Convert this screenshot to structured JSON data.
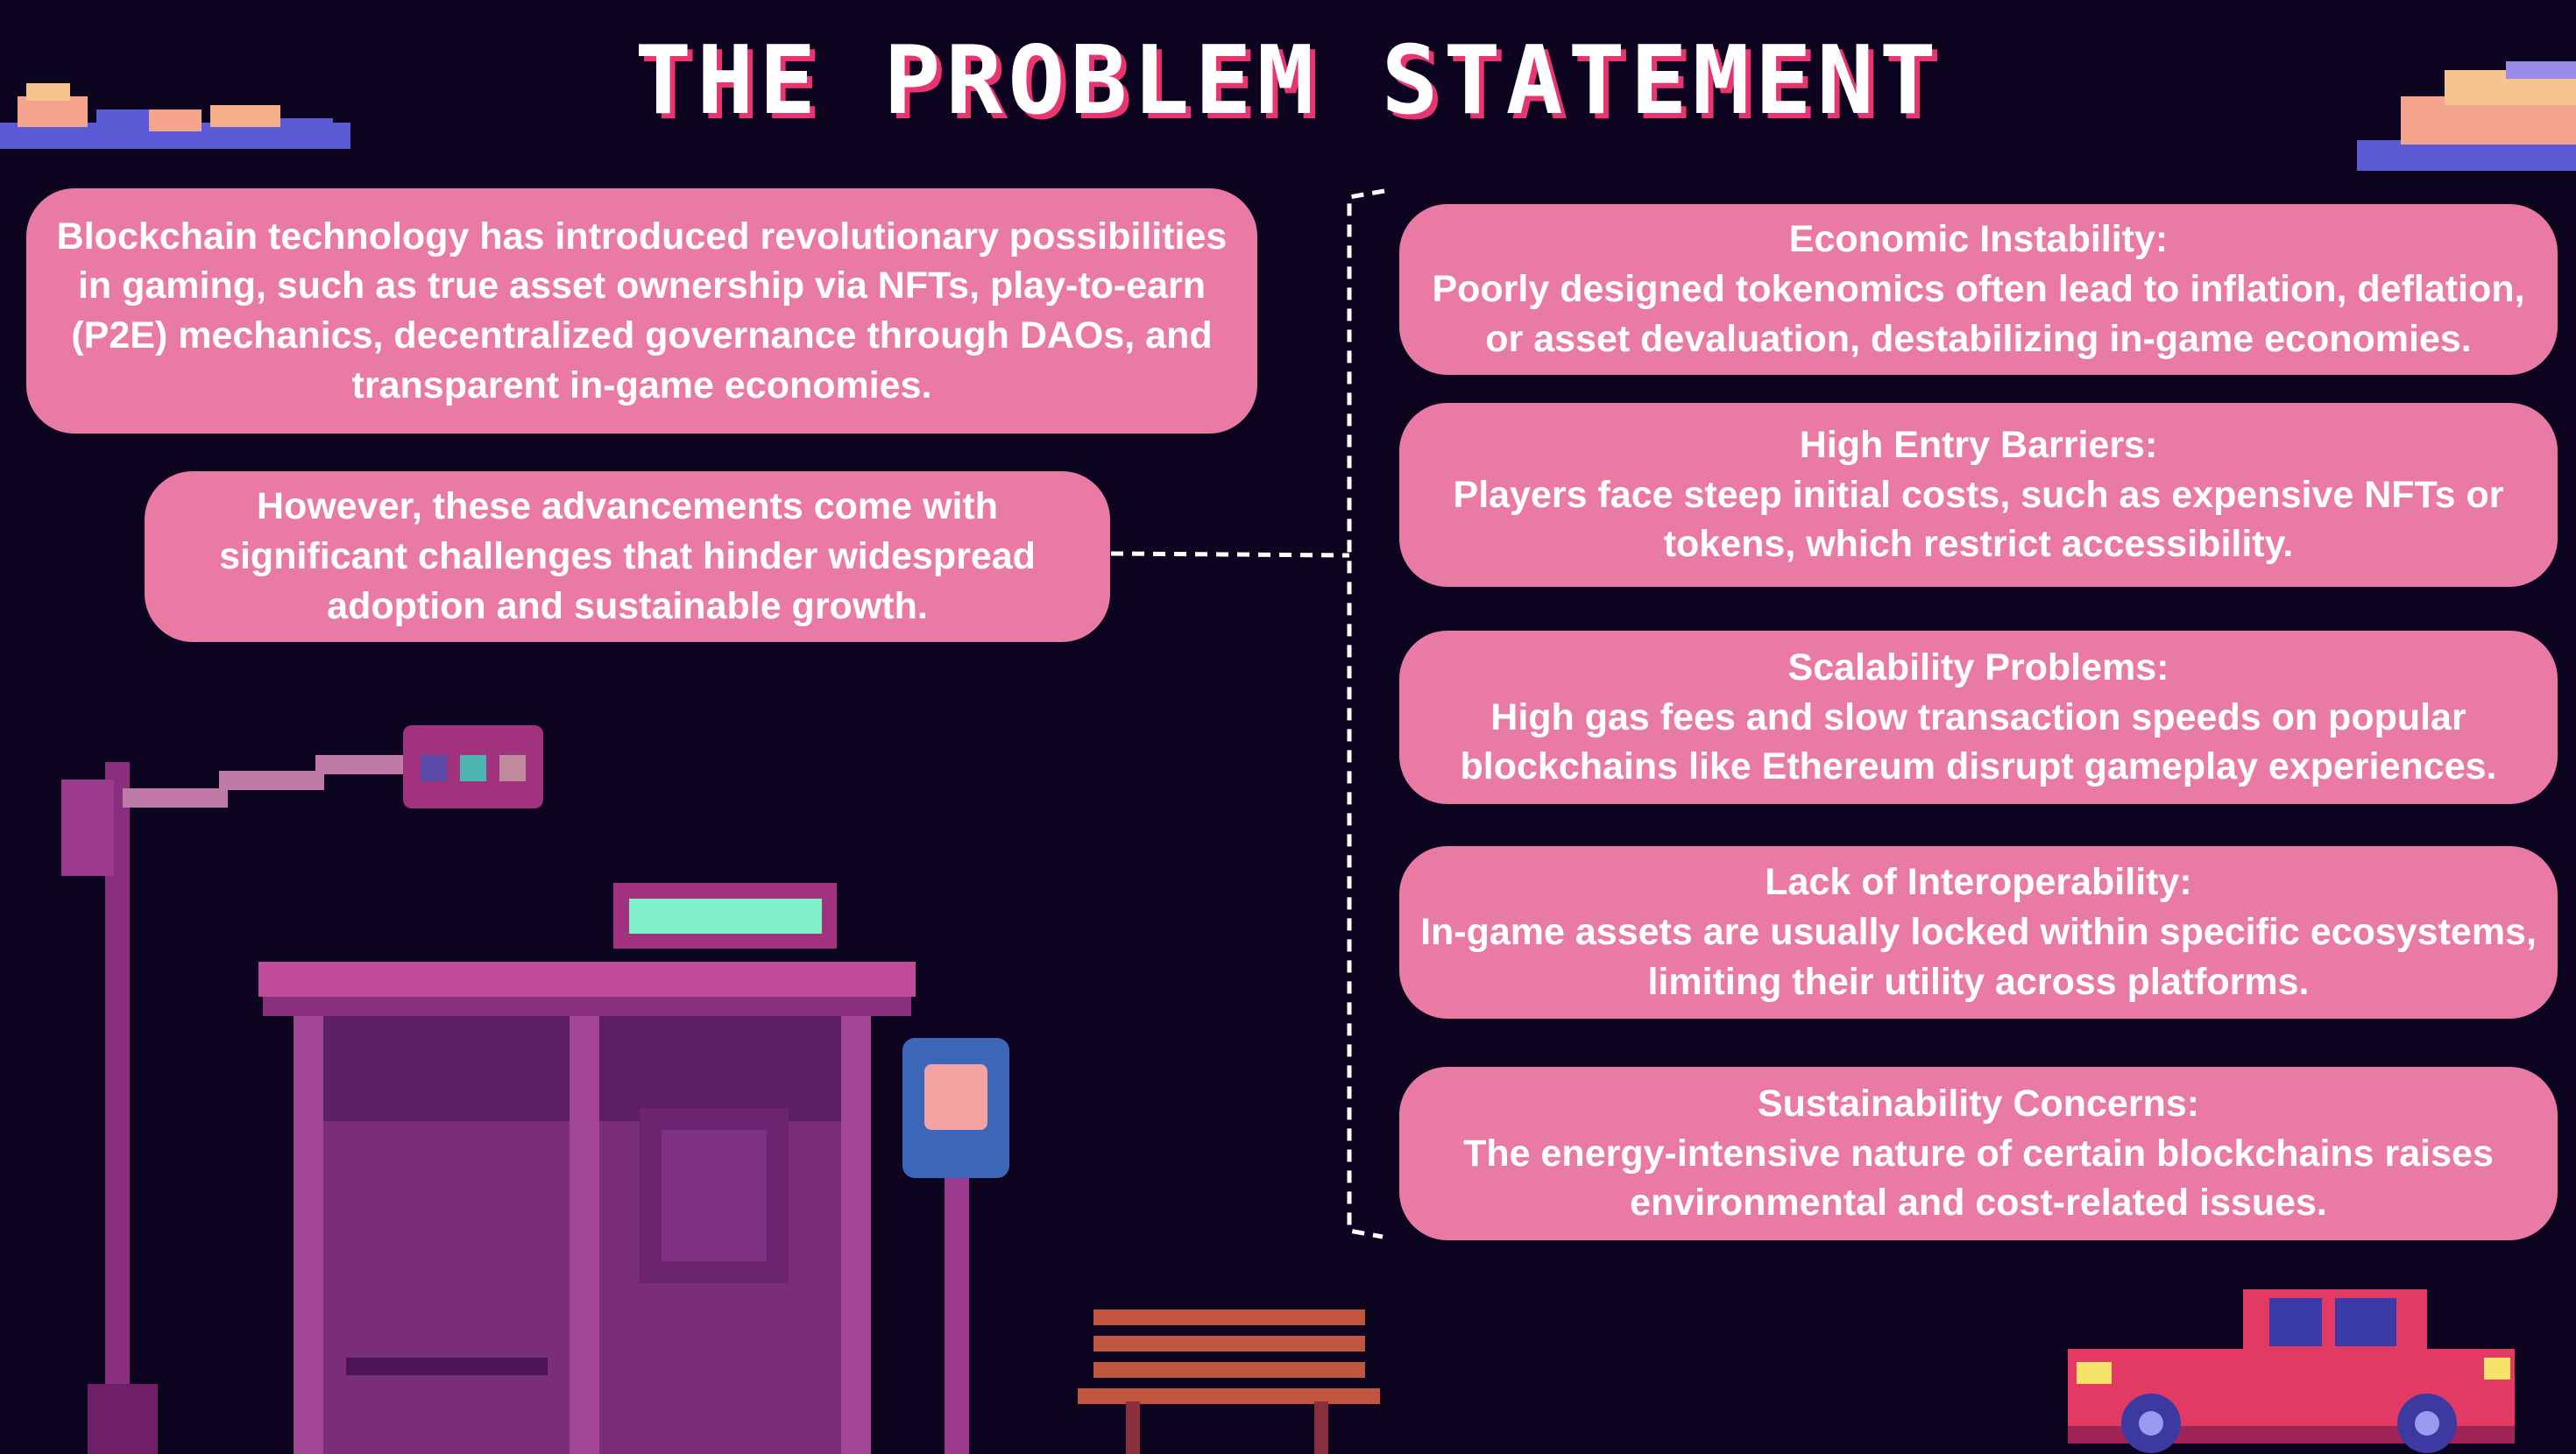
{
  "title": "THE PROBLEM STATEMENT",
  "intro": {
    "paragraph_1": "Blockchain technology has introduced revolutionary possibilities in gaming, such as true asset ownership via NFTs, play-to-earn (P2E) mechanics, decentralized governance through DAOs, and transparent in-game economies.",
    "paragraph_2": "However, these advancements come with significant challenges that hinder widespread adoption and sustainable growth."
  },
  "problems": [
    {
      "heading": "Economic Instability:",
      "body": "Poorly designed tokenomics often lead to inflation, deflation, or asset devaluation, destabilizing in-game economies."
    },
    {
      "heading": "High Entry Barriers:",
      "body": "Players face steep initial costs, such as expensive NFTs or tokens, which restrict accessibility."
    },
    {
      "heading": "Scalability Problems:",
      "body": "High gas fees and slow transaction speeds on popular blockchains like Ethereum disrupt gameplay experiences."
    },
    {
      "heading": "Lack of Interoperability:",
      "body": "In-game assets are usually locked within specific ecosystems, limiting their utility across platforms."
    },
    {
      "heading": "Sustainability Concerns:",
      "body": "The energy-intensive nature of certain blockchains raises environmental and cost-related issues."
    }
  ],
  "colors": {
    "background": "#0d0520",
    "pill": "#e97aa4",
    "title_shadow": "#e8356f",
    "text": "#ffffff"
  },
  "decorations": [
    "cloud-icon",
    "street-lamp-icon",
    "bus-shelter-icon",
    "bus-stop-sign-icon",
    "bench-icon",
    "car-icon"
  ]
}
